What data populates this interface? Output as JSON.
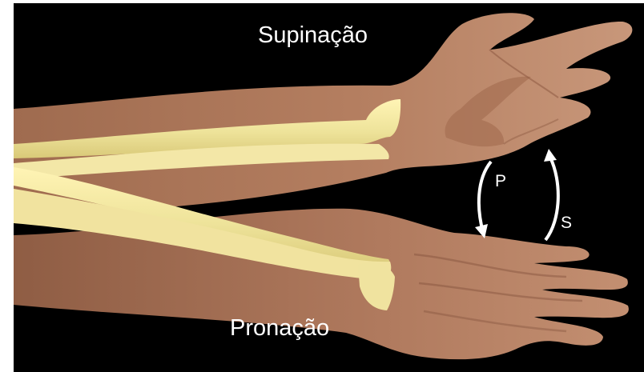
{
  "labels": {
    "supination": "Supinação",
    "pronation": "Pronação",
    "arrow_p": "P",
    "arrow_s": "S"
  },
  "colors": {
    "background": "#000000",
    "skin": "#b98465",
    "skin_shadow": "#8d5b42",
    "bone": "#eee39a",
    "bone_shadow": "#d9c978",
    "text": "#ffffff"
  },
  "icons": {
    "pronation_arrow": "curved-arrow-down-icon",
    "supination_arrow": "curved-arrow-up-icon"
  }
}
